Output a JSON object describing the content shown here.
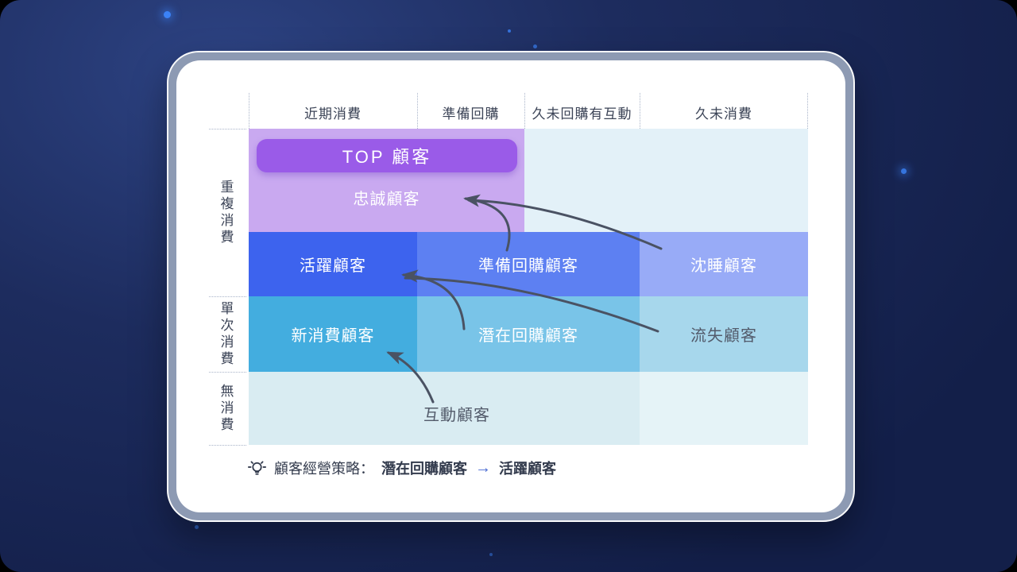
{
  "matrix": {
    "column_headers": [
      "近期消費",
      "準備回購",
      "久未回購有互動",
      "久未消費"
    ],
    "row_labels": [
      "重複消費",
      "單次消費",
      "無消費"
    ],
    "cells": {
      "top_badge": "TOP 顧客",
      "loyal": "忠誠顧客",
      "active": "活躍顧客",
      "ready_to_repurchase": "準備回購顧客",
      "dormant": "沈睡顧客",
      "new_consumer": "新消費顧客",
      "potential_repurchase": "潛在回購顧客",
      "churned": "流失顧客",
      "engaged": "互動顧客"
    },
    "arrows": [
      {
        "from": "準備回購顧客",
        "to": "忠誠顧客"
      },
      {
        "from": "沈睡顧客",
        "to": "忠誠顧客"
      },
      {
        "from": "潛在回購顧客",
        "to": "活躍顧客"
      },
      {
        "from": "流失顧客",
        "to": "活躍顧客"
      },
      {
        "from": "互動顧客",
        "to": "新消費顧客"
      }
    ]
  },
  "legend": {
    "icon": "lightbulb-icon",
    "prefix": "顧客經營策略：",
    "from": "潛在回購顧客",
    "arrow": "→",
    "to": "活躍顧客"
  },
  "colors": {
    "bg_light": "#2d4383",
    "bg_mid": "#1d2c5e",
    "bg_deep": "#131f49",
    "star": "#3b82f6",
    "frame": "#8d9ab3",
    "card": "#ffffff",
    "text_dark": "#3c4457",
    "dotted": "#a9b4c9",
    "pill": "#9a5be8",
    "cell_loyal": "#c9a9f0",
    "cell_pale_top": "#e3f1f8",
    "cell_active": "#3d63ee",
    "cell_ready": "#5d80f2",
    "cell_dormant": "#98abf7",
    "cell_new": "#43addf",
    "cell_potential": "#79c4e8",
    "cell_churn": "#a7d7ec",
    "cell_none_left": "#d9ecf2",
    "cell_none_right": "#e5f3f7",
    "cell_text_light": "#ffffff",
    "cell_text_dark": "#535b6b",
    "arrow": "#4a5263",
    "legend_text": "#333b4d",
    "legend_arrow": "#4769d2"
  }
}
